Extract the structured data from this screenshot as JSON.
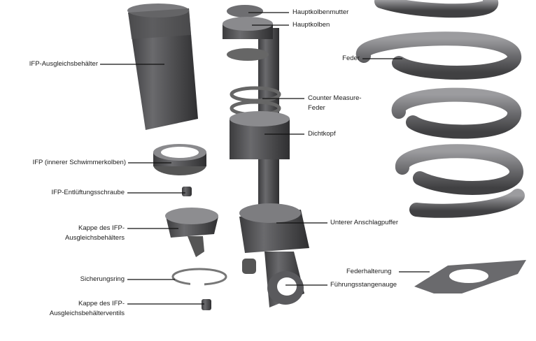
{
  "labels": {
    "hauptkolbenmutter": "Hauptkolbenmutter",
    "hauptkolben": "Hauptkolben",
    "feder": "Feder",
    "counter_measure_1": "Counter Measure-",
    "counter_measure_2": "Feder",
    "dichtkopf": "Dichtkopf",
    "unterer_anschlagpuffer": "Unterer Anschlagpuffer",
    "federhalterung": "Federhalterung",
    "fuehrungsstangenauge": "Führungsstangenauge",
    "ifp_ausgleichsbehaelter": "IFP-Ausgleichsbehälter",
    "ifp_schwimmerkolben": "IFP (innerer Schwimmerkolben)",
    "ifp_entlueftungsschraube": "IFP-Entlüftungsschraube",
    "kappe_behaelter_1": "Kappe des IFP-",
    "kappe_behaelter_2": "Ausgleichsbehälters",
    "sicherungsring": "Sicherungsring",
    "kappe_ventil_1": "Kappe des IFP-",
    "kappe_ventil_2": "Ausgleichsbehälterventils"
  },
  "colors": {
    "part_dark": "#4a4a4c",
    "part_mid": "#6d6d70",
    "part_light": "#9a9a9d",
    "leader": "#111111"
  }
}
